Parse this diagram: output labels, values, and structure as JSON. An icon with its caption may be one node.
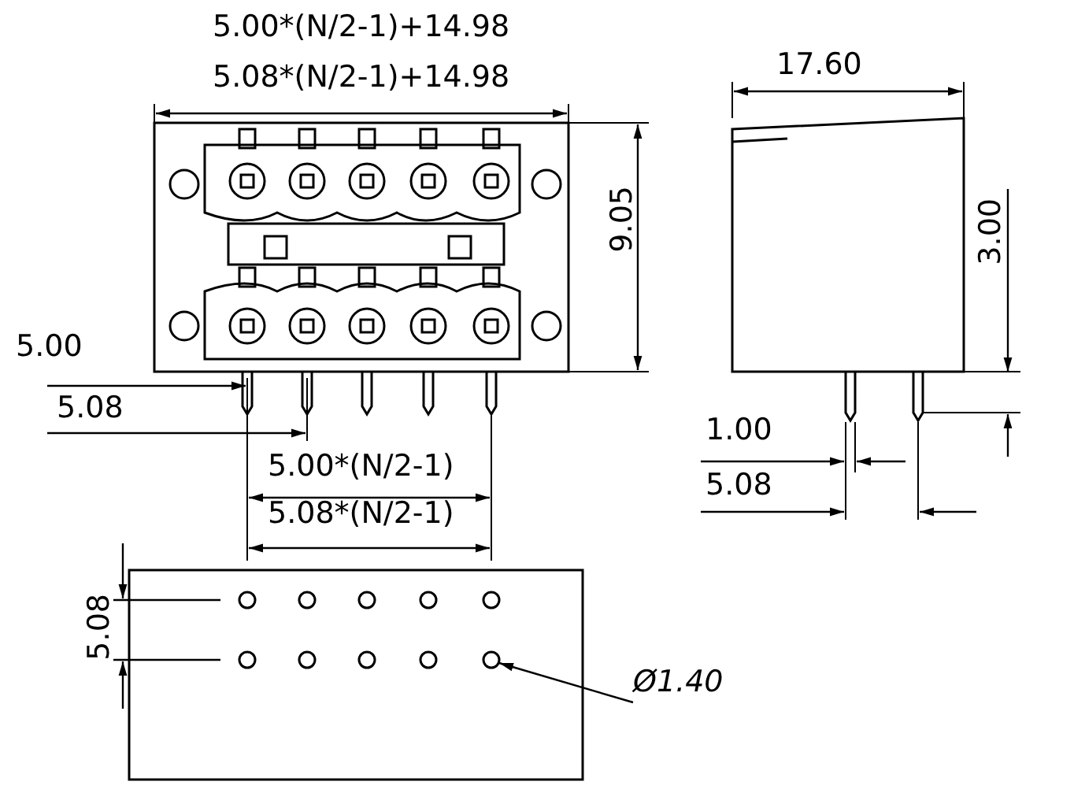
{
  "diagram": {
    "nodes": [
      {
        "text": [
          "Ø1.40"
        ]
      },
      {
        "text": [],
        "shape": "circle"
      }
    ],
    "edges": [
      {
        "from": 0,
        "to": 1,
        "arrow": "to"
      }
    ],
    "labels": [
      "5.00*(N/2-1)+14.98",
      "5.08*(N/2-1)+14.98",
      "17.60",
      "9.05",
      "3.00",
      "5.00",
      "5.08",
      "1.00",
      "5.08",
      "5.00*(N/2-1)",
      "5.08*(N/2-1)",
      "5.08"
    ]
  }
}
